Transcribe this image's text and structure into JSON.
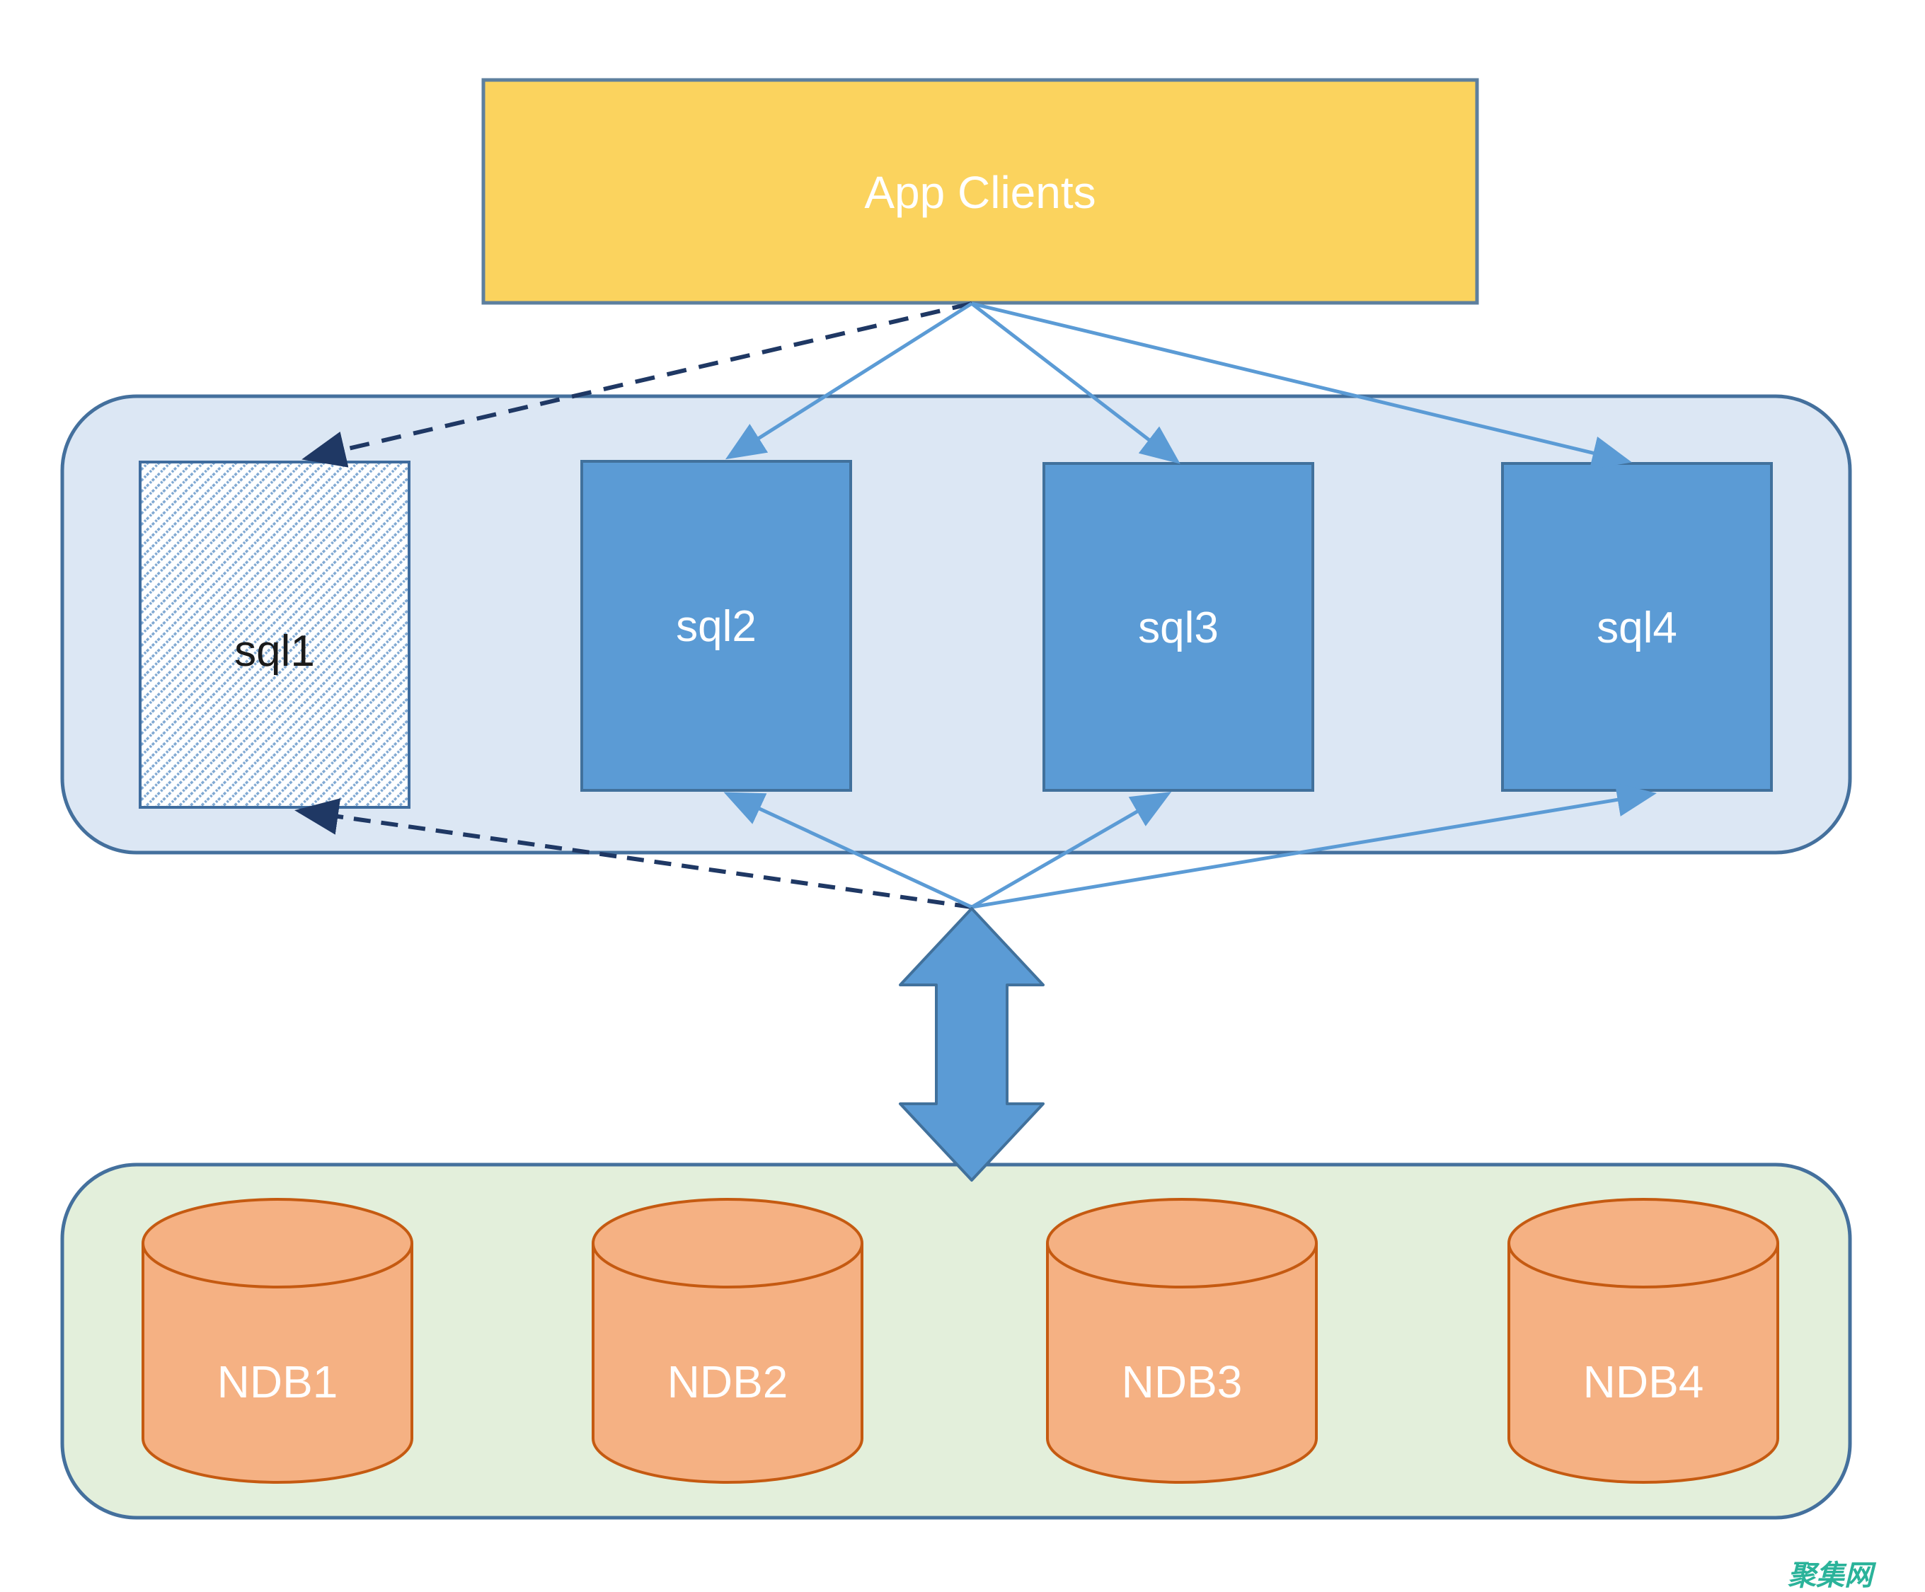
{
  "diagram": {
    "client_box": {
      "label": "App Clients"
    },
    "sql_tier": {
      "nodes": [
        {
          "label": "sql1",
          "style": "hatched"
        },
        {
          "label": "sql2",
          "style": "solid"
        },
        {
          "label": "sql3",
          "style": "solid"
        },
        {
          "label": "sql4",
          "style": "solid"
        }
      ]
    },
    "ndb_tier": {
      "nodes": [
        {
          "label": "NDB1"
        },
        {
          "label": "NDB2"
        },
        {
          "label": "NDB3"
        },
        {
          "label": "NDB4"
        }
      ]
    },
    "watermark": {
      "text": "聚集网",
      "color": "#2bb39a"
    },
    "colors": {
      "client_fill": "#fbd35e",
      "client_border": "#5d7f9e",
      "sql_container_fill": "#dce7f4",
      "ndb_container_fill": "#e3efdb",
      "container_border": "#44709d",
      "sql_node_fill": "#5b9bd5",
      "sql_node_border": "#41719c",
      "hatch_stripe": "#7fa8d2",
      "cylinder_fill": "#f5b183",
      "cylinder_border": "#c55a11",
      "arrow_solid": "#5b9bd5",
      "arrow_dashed": "#1f3864"
    }
  }
}
